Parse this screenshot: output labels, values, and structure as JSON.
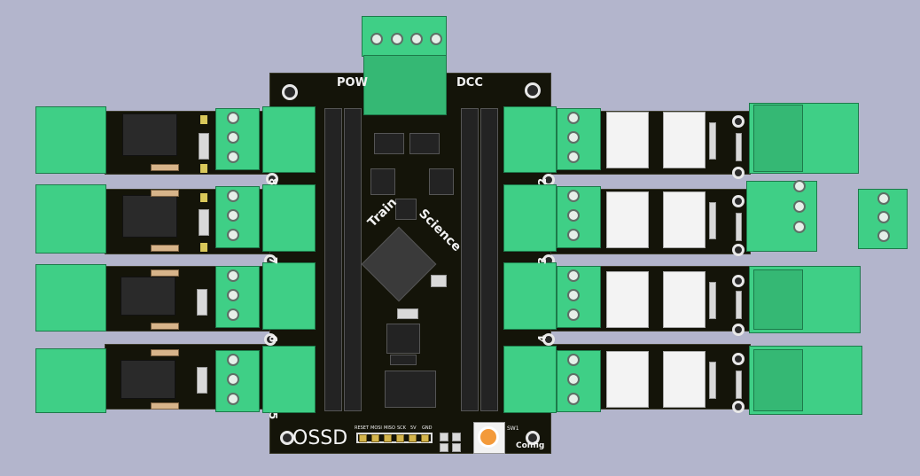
{
  "board": {
    "top_labels": {
      "pow": "POW",
      "dcc": "DCC"
    },
    "bottom_label": "OSSD",
    "mcu_label_1": "Train",
    "mcu_label_2": "Science",
    "config_label": "Config",
    "channels_left": [
      "8",
      "7",
      "6",
      "5"
    ],
    "channels_right": [
      "2",
      "3",
      "4"
    ],
    "header_pins": [
      "RESET",
      "MOSI",
      "MISO",
      "SCK",
      "5V",
      "GND"
    ],
    "sw_label": "SW1"
  },
  "colors": {
    "background": "#b3b5cc",
    "pcb": "#141409",
    "terminal": "#3fcf86",
    "silkscreen": "#f2f2f2",
    "button": "#f39a3a"
  }
}
